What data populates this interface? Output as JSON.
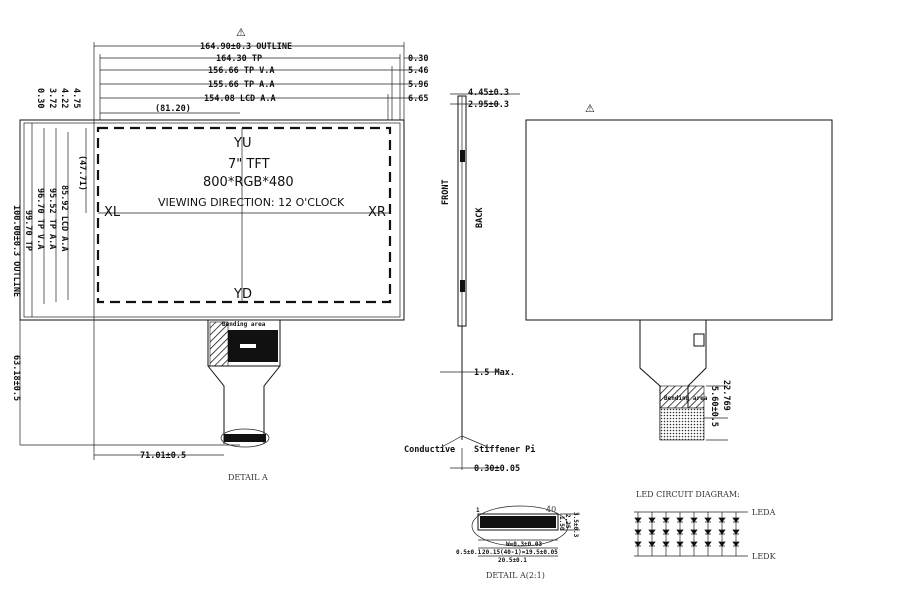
{
  "warning_symbol": "⚠",
  "front_view": {
    "dimensions": {
      "outline_width": "164.90±0.3 OUTLINE",
      "tp_width": "164.30 TP",
      "tp_va": "156.66 TP V.A",
      "tp_aa": "155.66 TP A.A",
      "lcd_aa": "154.08 LCD A.A",
      "offset_030": "0.30",
      "offset_546": "5.46",
      "offset_596": "5.96",
      "offset_665": "6.65",
      "center_x": "(81.20)",
      "center_y": "(47.71)",
      "outline_height": "100.00±0.3 OUTLINE",
      "tp_height": "99.70 TP",
      "tp_va_h": "96.70 TP V.A",
      "tp_aa_h": "95.52 TP A.A",
      "lcd_aa_h": "85.92 LCD A.A",
      "left_030": "0.30",
      "left_372": "3.72",
      "left_422": "4.22",
      "left_475": "4.75",
      "fpc_length": "63.18±0.5",
      "fpc_offset": "71.01±0.5"
    },
    "labels": {
      "yu": "YU",
      "yd": "YD",
      "xl": "XL",
      "xr": "XR",
      "title": "7\" TFT",
      "resolution": "800*RGB*480",
      "viewing": "VIEWING DIRECTION: 12 O'CLOCK",
      "bending": "Bending area",
      "detail_a": "DETAIL A"
    }
  },
  "side_view": {
    "dim_445": "4.45±0.3",
    "dim_295": "2.95±0.3",
    "front": "FRONT",
    "back": "BACK",
    "max": "1.5 Max.",
    "conductive": "Conductive",
    "stiffener": "Stiffener Pi",
    "thickness": "0.30±0.05"
  },
  "back_view": {
    "bending": "Bending area",
    "dim_560": "5.60±0.5",
    "dim_22": "22.769"
  },
  "detail": {
    "pin1": "1",
    "pin40": "40",
    "d1": "3.5±0.3",
    "d2": "2.25",
    "d3": "1.50",
    "pitch": "W=0.3±0.03",
    "total": "20.15(40-1)=19.5±0.05",
    "overall": "20.5±0.1",
    "edge": "0.5±0.1",
    "title": "DETAIL A(2:1)"
  },
  "led": {
    "title": "LED CIRCUIT DIAGRAM:",
    "leda": "LEDA",
    "ledk": "LEDK"
  }
}
